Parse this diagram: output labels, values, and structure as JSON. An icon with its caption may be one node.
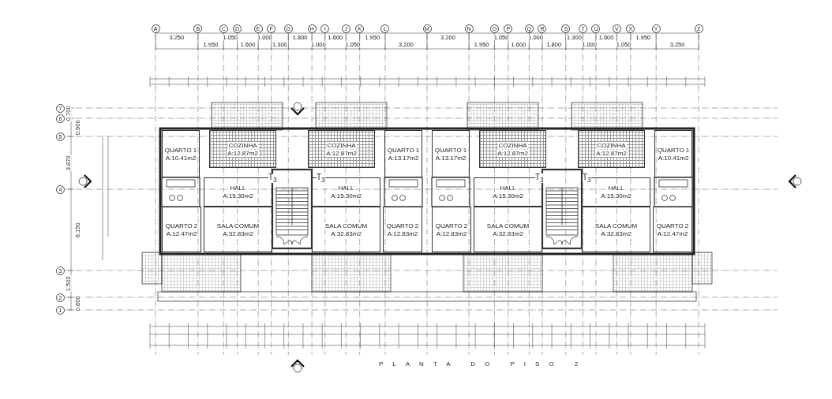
{
  "diagram": {
    "title": "PLANTA DO PISO 2",
    "nodes": [
      {
        "text": [
          "COZINHA",
          "A:12.87m2"
        ]
      },
      {
        "text": [
          "QUARTO 1",
          "A:10.41m2"
        ]
      },
      {
        "text": [
          "HALL",
          "A:15.30m2"
        ]
      },
      {
        "text": [
          "QUARTO 2",
          "A:12.47m2"
        ]
      },
      {
        "text": [
          "SALA COMUM",
          "A:32.83m2"
        ]
      },
      {
        "text": [
          "COZINHA",
          "A:12.87m2"
        ]
      },
      {
        "text": [
          "QUARTO 1",
          "A:13.17m2"
        ]
      },
      {
        "text": [
          "HALL",
          "A:15.30m2"
        ]
      },
      {
        "text": [
          "QUARTO 2",
          "A:12.83m2"
        ]
      },
      {
        "text": [
          "SALA COMUM",
          "A:32.83m2"
        ]
      },
      {
        "text": [
          "COZINHA",
          "A:12.87m2"
        ]
      },
      {
        "text": [
          "QUARTO 1",
          "A:13.17m2"
        ]
      },
      {
        "text": [
          "HALL",
          "A:15.30m2"
        ]
      },
      {
        "text": [
          "QUARTO 2",
          "A:12.83m2"
        ]
      },
      {
        "text": [
          "SALA COMUM",
          "A:32.83m2"
        ]
      },
      {
        "text": [
          "COZINHA",
          "A:12.87m2"
        ]
      },
      {
        "text": [
          "QUARTO 1",
          "A:10.41m2"
        ]
      },
      {
        "text": [
          "HALL",
          "A:15.30m2"
        ]
      },
      {
        "text": [
          "QUARTO 2",
          "A:12.47m2"
        ]
      },
      {
        "text": [
          "SALA COMUM",
          "A:32.83m2"
        ]
      }
    ],
    "labels": [
      "A",
      "B",
      "C",
      "D",
      "E",
      "F",
      "G",
      "H",
      "I",
      "J",
      "K",
      "L",
      "M",
      "N",
      "O",
      "P",
      "Q",
      "R",
      "S",
      "T",
      "U",
      "V",
      "X",
      "Y",
      "Z",
      "3.250",
      "1.950",
      "1.050",
      "1.600",
      "1.000",
      "1.300",
      "1.800",
      "1.000",
      "1.600",
      "1.050",
      "1.950",
      "3.200",
      "3.200",
      "1.950",
      "1.050",
      "1.600",
      "1.000",
      "1.800",
      "1.300",
      "1.000",
      "1.600",
      "1.050",
      "1.950",
      "3.250",
      "7",
      "6",
      "5",
      "4",
      "3",
      "2",
      "1",
      "0.700",
      "0.900",
      "3.870",
      "6.150",
      "1.500",
      "0.600",
      "T$_{3}$",
      "T$_{3}$",
      "T$_{3}$",
      "T$_{3}$"
    ]
  }
}
